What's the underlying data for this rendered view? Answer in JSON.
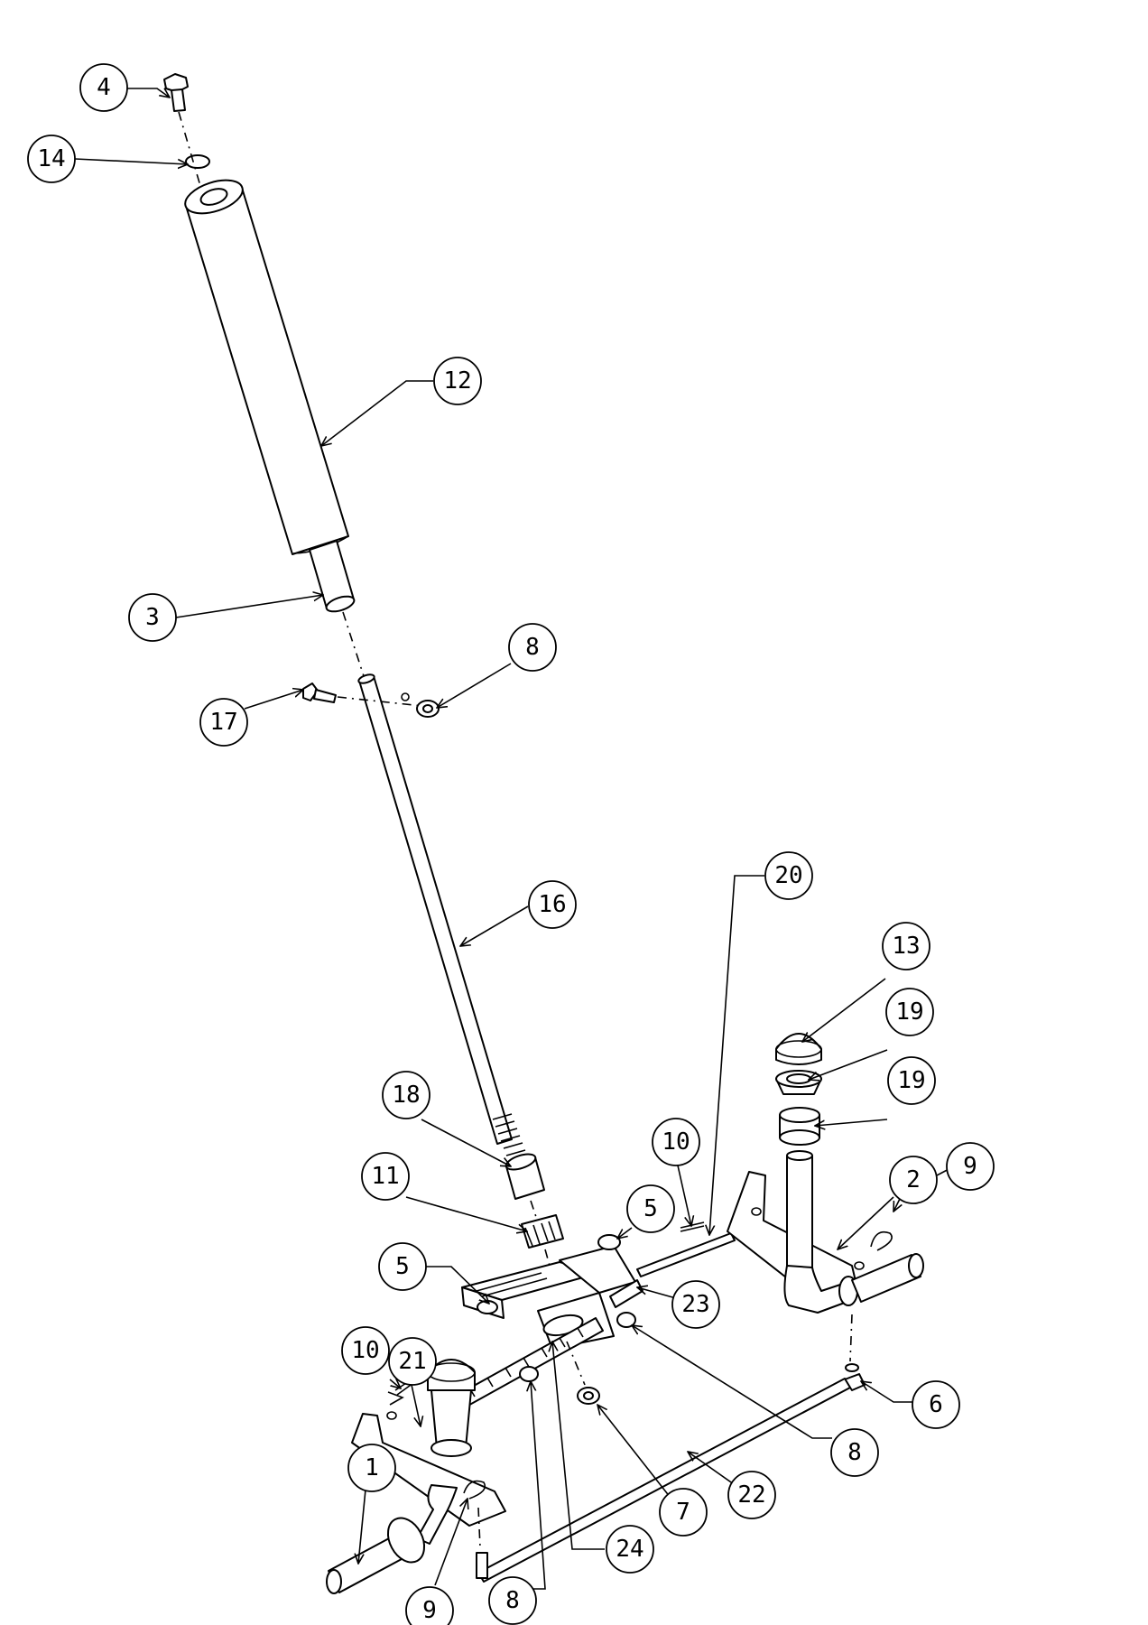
{
  "callouts": [
    {
      "label": "4"
    },
    {
      "label": "14"
    },
    {
      "label": "12"
    },
    {
      "label": "3"
    },
    {
      "label": "8"
    },
    {
      "label": "17"
    },
    {
      "label": "20"
    },
    {
      "label": "16"
    },
    {
      "label": "13"
    },
    {
      "label": "19"
    },
    {
      "label": "19"
    },
    {
      "label": "18"
    },
    {
      "label": "10"
    },
    {
      "label": "2"
    },
    {
      "label": "9"
    },
    {
      "label": "11"
    },
    {
      "label": "5"
    },
    {
      "label": "5"
    },
    {
      "label": "23"
    },
    {
      "label": "10"
    },
    {
      "label": "21"
    },
    {
      "label": "6"
    },
    {
      "label": "8"
    },
    {
      "label": "1"
    },
    {
      "label": "7"
    },
    {
      "label": "22"
    },
    {
      "label": "9"
    },
    {
      "label": "24"
    },
    {
      "label": "8"
    }
  ]
}
